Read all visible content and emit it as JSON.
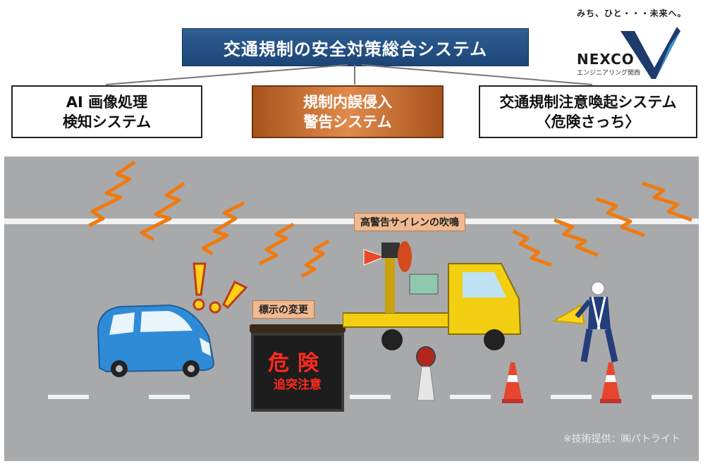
{
  "header": {
    "title": "交通規制の安全対策総合システム"
  },
  "systems": [
    {
      "lines": [
        "AI 画像処理",
        "検知システム"
      ]
    },
    {
      "lines": [
        "規制内誤侵入",
        "警告システム"
      ]
    },
    {
      "lines": [
        "交通規制注意喚起システム",
        "〈危険さっち〉"
      ]
    }
  ],
  "logo": {
    "tagline": "みち、ひと・・・未来へ。",
    "name": "NEXCO",
    "sub": "エンジニアリング関西",
    "colors": {
      "navy": "#1f3a6b",
      "sky": "#3f8fd0"
    }
  },
  "scene": {
    "labels": {
      "siren": "高警告サイレンの吹鳴",
      "sign_change": "標示の変更"
    },
    "sign": {
      "line1": "危険",
      "line2": "追突注意"
    },
    "credit": "※技術提供：㈱パトライト"
  },
  "colors": {
    "title_bg": "#1c4577",
    "highlight": "#c96a2c",
    "zap": "#f07a10",
    "alert": "#ffd21a",
    "truck": "#f2cf13",
    "car": "#2f8bd6"
  }
}
